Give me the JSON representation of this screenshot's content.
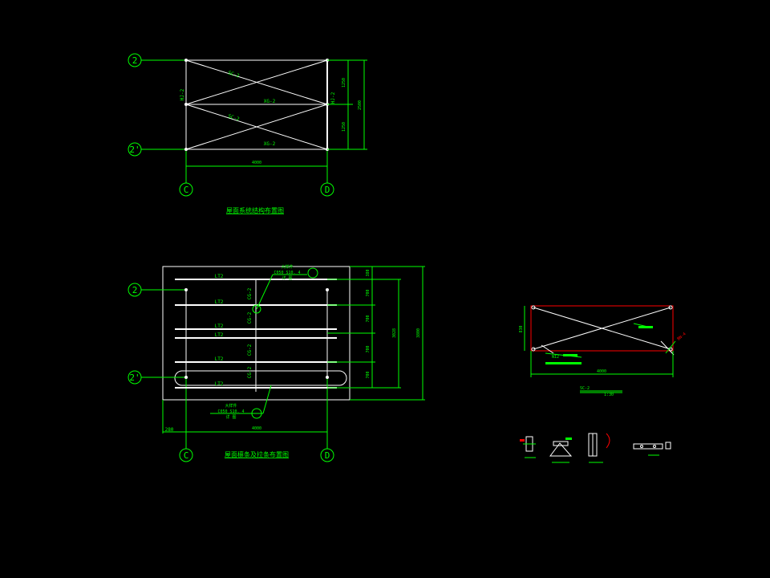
{
  "colors": {
    "background": "#000000",
    "line_green": "#00ff00",
    "line_white": "#ffffff",
    "line_red": "#ff0000"
  },
  "plan1": {
    "axis_2": "2",
    "axis_2p": "2'",
    "axis_c": "C",
    "axis_d": "D",
    "brace_label_1": "SC-2",
    "brace_label_2": "SC-2",
    "strut_label_1": "XG-2",
    "strut_label_2": "XG-2",
    "col_left": "HJ-2",
    "col_right": "HJ-2",
    "dim_top": "1250",
    "dim_bottom": "1250",
    "dim_total": "2500",
    "dim_width": "4000",
    "title": "屋面系统结构布置图"
  },
  "plan2": {
    "axis_2": "2",
    "axis_2p": "2'",
    "axis_c": "C",
    "axis_d": "D",
    "purlin_labels": [
      "LT2",
      "LT2",
      "LT2",
      "LT2",
      "LT2",
      "LT2"
    ],
    "tie_labels": [
      "CG-2",
      "CG-2",
      "CG-2",
      "CG-2"
    ],
    "callout_top": [
      "大样件",
      "C050 S10. 4",
      "详 图"
    ],
    "callout_bottom": [
      "大样件",
      "C050 S10. 4",
      "详 图"
    ],
    "dims_right": [
      "380",
      "700",
      "700",
      "700",
      "700"
    ],
    "dim_mid": "3028",
    "dim_total": "3800",
    "dim_left": "280",
    "dim_width": "4000",
    "title": "屋面檩条及拉条布置图"
  },
  "detail": {
    "label_ni": "NI2",
    "dim_left": "830",
    "dim_bottom": "4000",
    "title": "SC-2",
    "scale": "1:30",
    "red_note": "BN-4"
  }
}
